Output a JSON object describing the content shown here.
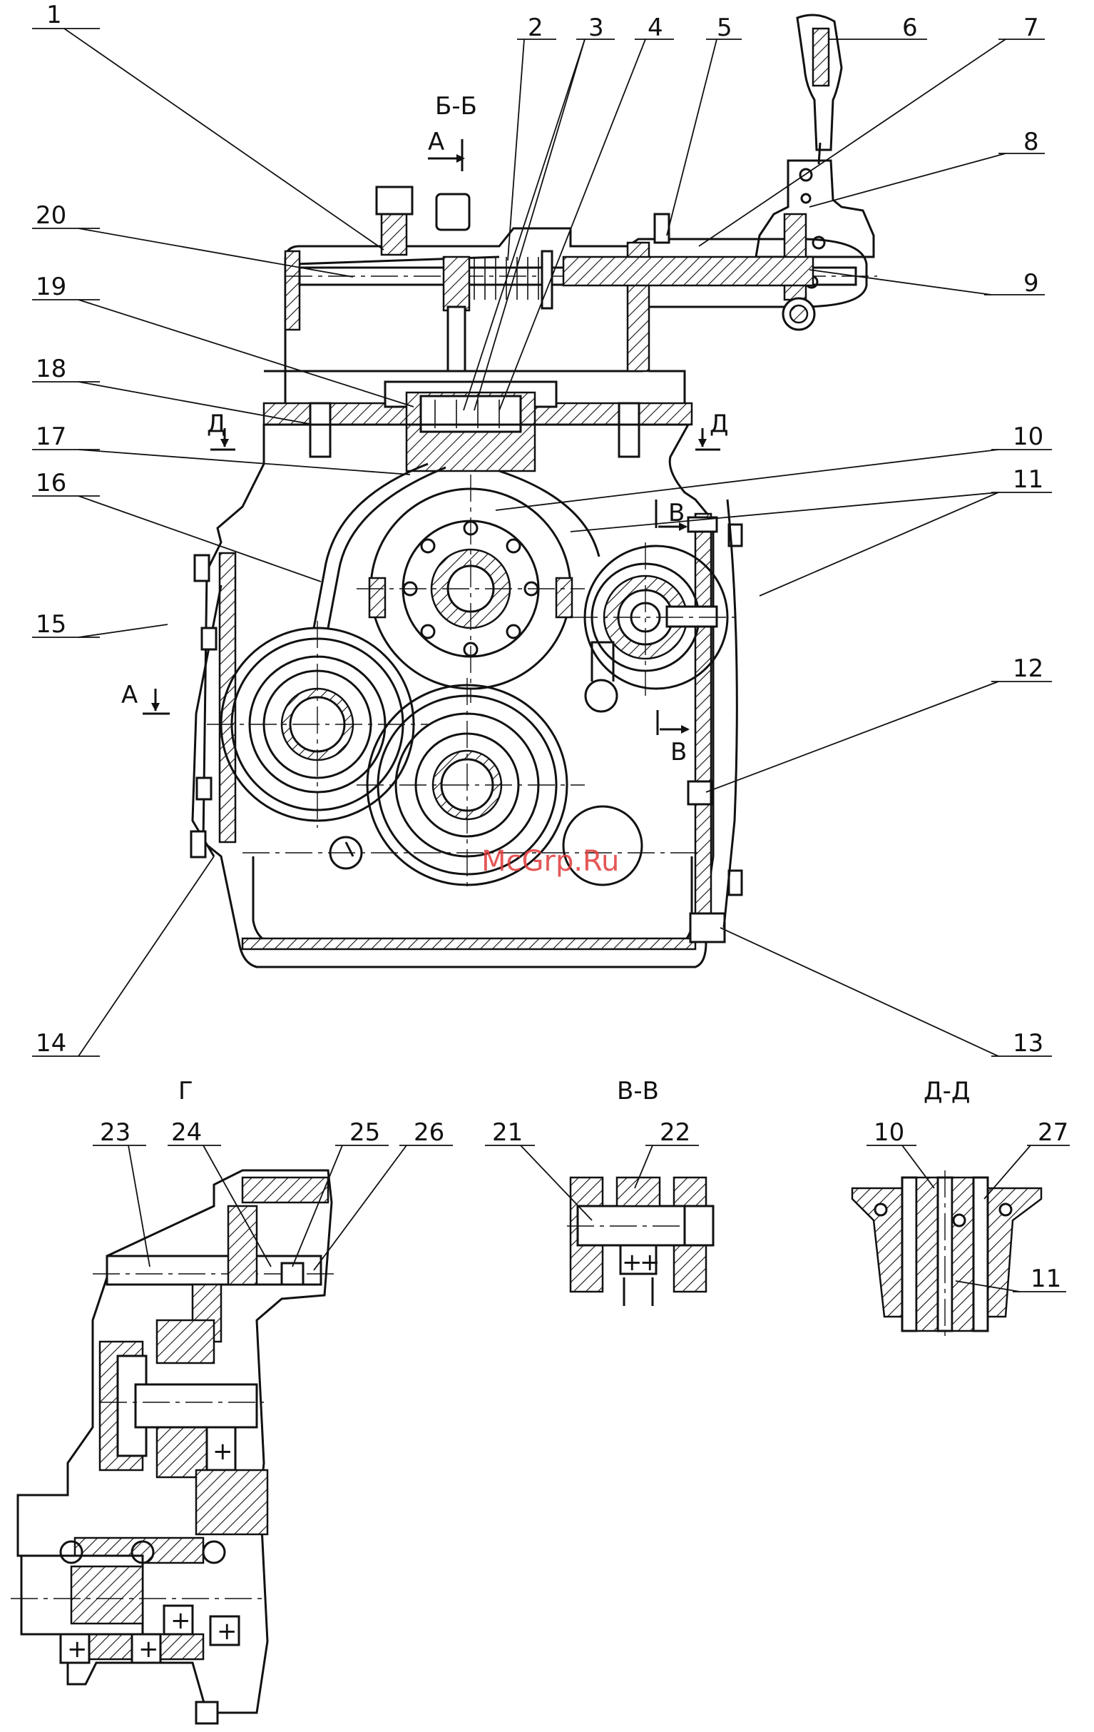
{
  "section_titles": {
    "main": "Б-Б",
    "detail_g": "Г",
    "section_vv": "В-В",
    "section_dd": "Д-Д"
  },
  "cut_marks": {
    "a_top": "А",
    "a_left": "А",
    "d_left": "Д",
    "d_right": "Д",
    "v_top": "В",
    "v_bottom": "В"
  },
  "callouts": [
    "1",
    "2",
    "3",
    "4",
    "5",
    "6",
    "7",
    "8",
    "9",
    "10",
    "11",
    "12",
    "13",
    "14",
    "15",
    "16",
    "17",
    "18",
    "19",
    "20"
  ],
  "detail_g_callouts": [
    "23",
    "24",
    "25",
    "26"
  ],
  "section_vv_callouts": [
    "21",
    "22"
  ],
  "section_dd_callouts": [
    "10",
    "27",
    "11"
  ],
  "watermark": "McGrp.Ru"
}
